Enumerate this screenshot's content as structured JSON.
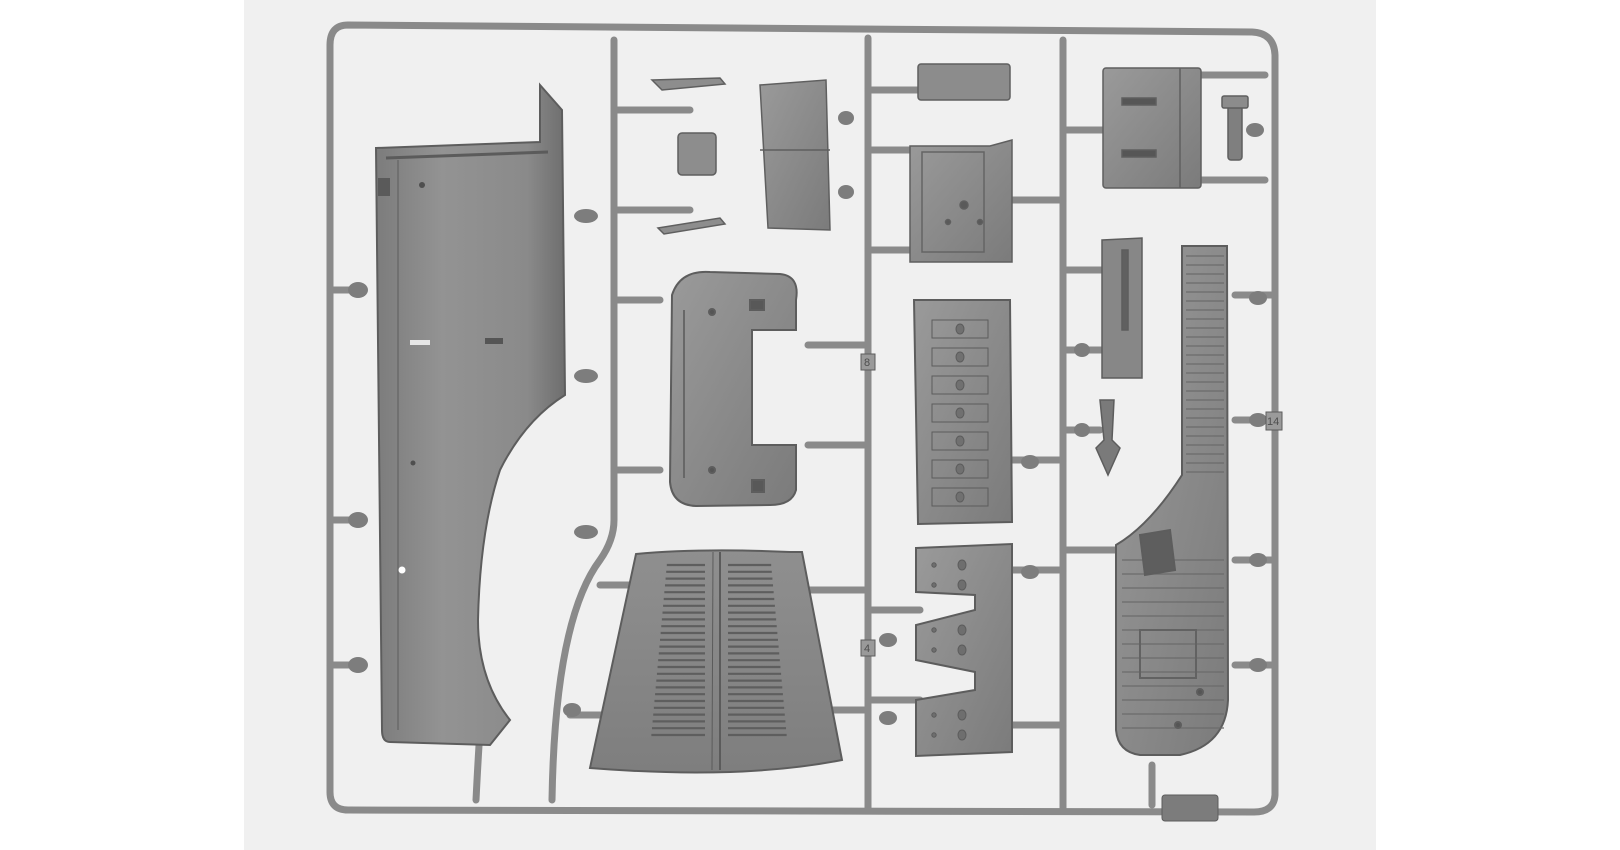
{
  "photo": {
    "subject": "plastic-model-sprue",
    "colors": {
      "page_background": "#ffffff",
      "photo_background": "#f0f0f0",
      "plastic": "#868686",
      "plastic_dark": "#5c5c5c",
      "plastic_light": "#a3a3a3",
      "engraving": "#4c4c4c"
    },
    "sprue_tags": [
      "8",
      "4",
      "14"
    ],
    "grille_slats": 26
  }
}
